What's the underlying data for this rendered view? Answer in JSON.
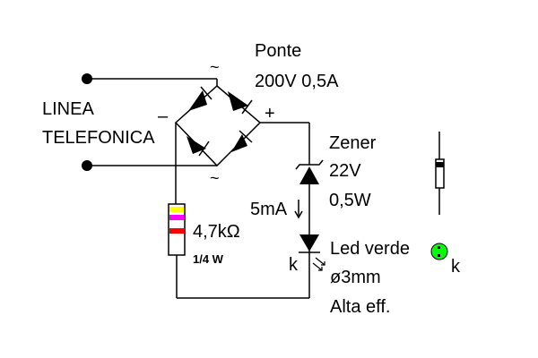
{
  "labels": {
    "line_1": "LINEA",
    "line_2": "TELEFONICA",
    "bridge_1": "Ponte",
    "bridge_2": "200V 0,5A",
    "ac_top": "~",
    "ac_bottom": "~",
    "minus": "–",
    "plus": "+",
    "zener_1": "Zener",
    "zener_2": "22V",
    "zener_3": "0,5W",
    "current": "5mA",
    "resistor_1": "4,7kΩ",
    "resistor_2": "1/4 W",
    "led_1": "Led verde",
    "led_2": "ø3mm",
    "led_3": "Alta eff.",
    "k_led": "k",
    "k_pin": "k"
  },
  "colors": {
    "wire": "#000000",
    "resistor_band_1": "#ffff00",
    "resistor_band_2": "#ff00ff",
    "resistor_band_3": "#ffffff",
    "resistor_band_4": "#ff0000",
    "led_pinout": "#00ff00"
  },
  "icons": {
    "terminal": "terminal-dot-icon",
    "diode": "diode-icon",
    "zener": "zener-diode-icon",
    "led": "led-icon",
    "resistor": "resistor-icon",
    "light_arrows": "light-emission-arrows-icon"
  }
}
